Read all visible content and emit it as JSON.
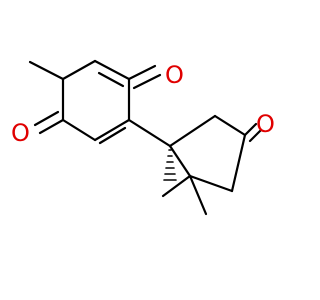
{
  "molecule": {
    "atoms": {
      "o1": {
        "symbol": "O"
      },
      "o2": {
        "symbol": "O"
      },
      "o3": {
        "symbol": "O"
      }
    },
    "colors": {
      "bond": "#000000",
      "oxygen": "#e00000",
      "background": "#ffffff"
    }
  }
}
